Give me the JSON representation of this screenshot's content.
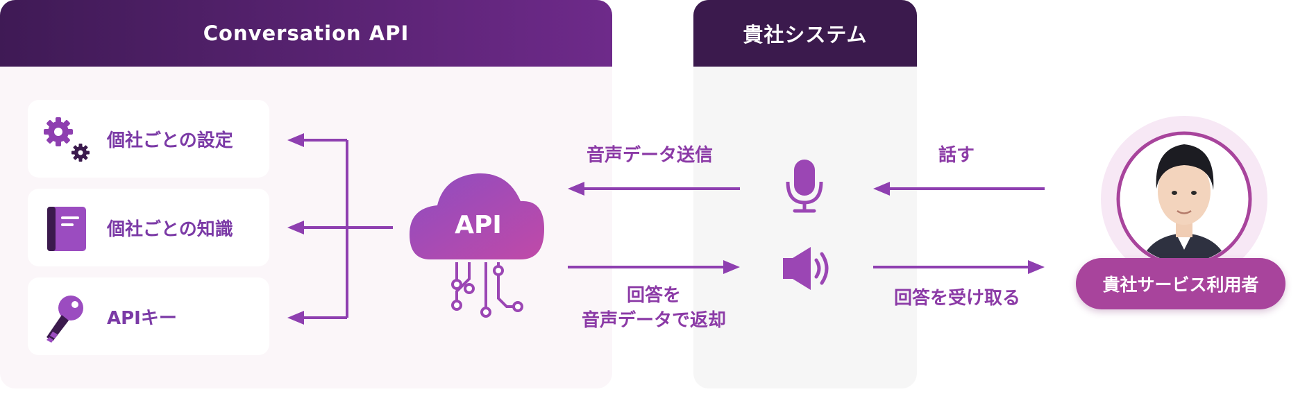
{
  "panels": {
    "api_title": "Conversation API",
    "system_title": "貴社システム"
  },
  "cards": [
    {
      "label": "個社ごとの設定",
      "icon": "gear-icon"
    },
    {
      "label": "個社ごとの知識",
      "icon": "book-icon"
    },
    {
      "label": "APIキー",
      "icon": "key-icon"
    }
  ],
  "cloud": {
    "label": "API",
    "icon": "cloud-circuit-icon"
  },
  "flows": {
    "send_voice": "音声データ送信",
    "reply_line1": "回答を",
    "reply_line2": "音声データで返却",
    "speak": "話す",
    "receive": "回答を受け取る"
  },
  "system_icons": [
    "microphone-icon",
    "speaker-icon"
  ],
  "user": {
    "label": "貴社サービス利用者",
    "icon": "user-portrait"
  },
  "colors": {
    "accent": "#8b3aa6",
    "dark": "#3b1a4d",
    "cloud_start": "#8e4cc0",
    "cloud_end": "#c04aa8"
  }
}
